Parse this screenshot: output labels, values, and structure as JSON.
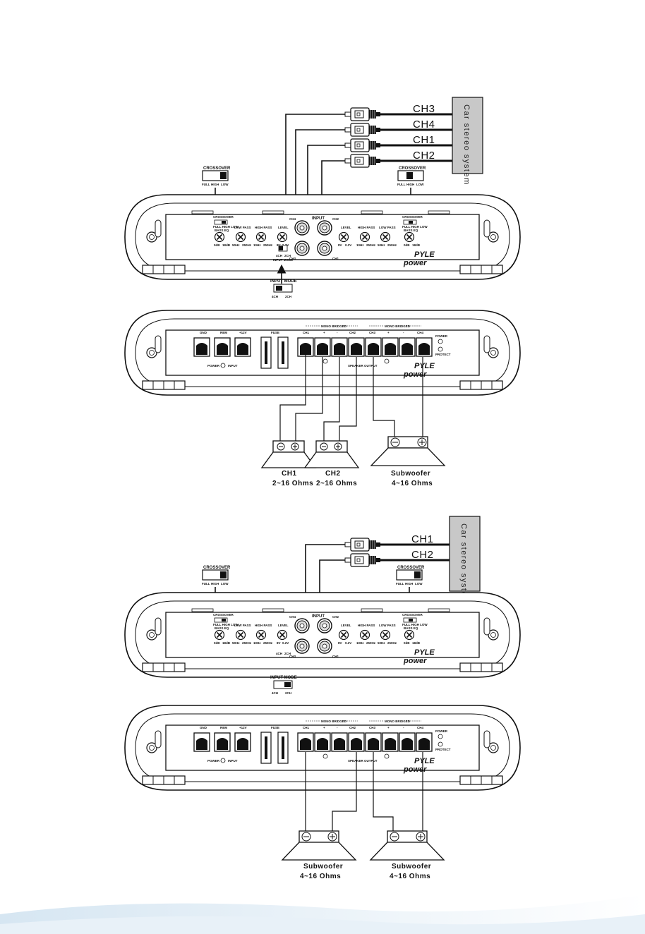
{
  "diagram_1": {
    "stereo_label": "Car stereo system",
    "rca_channels": [
      "CH3",
      "CH4",
      "CH1",
      "CH2"
    ],
    "crossover_label": "CROSSOVER",
    "crossover_options": [
      "FULL",
      "HIGH",
      "LOW"
    ],
    "input_label": "INPUT",
    "input_mode_label": "INPUT MODE",
    "input_mode_options": [
      "4CH",
      "2CH"
    ],
    "top_panel": {
      "crossover_small": "CROSSOVER",
      "crossover_small_options": "FULL HIGH LOW",
      "bass_eq": "BASS EQ",
      "bass_eq_values": [
        "0dB",
        "18dB"
      ],
      "low_pass": "LOW PASS",
      "low_pass_values": [
        "50Hz",
        "250Hz"
      ],
      "high_pass": "HIGH PASS",
      "high_pass_values": [
        "10Hz",
        "250Hz"
      ],
      "level": "LEVEL",
      "level_values": [
        "8V",
        "0.2V"
      ],
      "rca_labels": [
        "CH4",
        "CH2",
        "CH3",
        "CH1"
      ]
    },
    "terminal_panel": {
      "gnd": "GND",
      "rem": "REM",
      "plus12v": "+12V",
      "fuse": "FUSE",
      "mono_bridged": "MONO BRIDGED",
      "ch1": "CH1",
      "ch2": "CH2",
      "ch3": "CH3",
      "ch4": "CH4",
      "plus": "+",
      "minus": "-",
      "power": "POWER",
      "protect": "PROTECT",
      "power_input": "POWER",
      "input_word": "INPUT",
      "speaker_output": "SPEAKER OUTPUT"
    },
    "brand_line1": "PYLE",
    "brand_line2": "power",
    "speakers": [
      {
        "name": "CH1",
        "impedance": "2~16 Ohms"
      },
      {
        "name": "CH2",
        "impedance": "2~16 Ohms"
      },
      {
        "name": "Subwoofer",
        "impedance": "4~16 Ohms"
      }
    ]
  },
  "diagram_2": {
    "stereo_label": "Car stereo system",
    "rca_channels": [
      "CH1",
      "CH2"
    ],
    "crossover_label": "CROSSOVER",
    "crossover_options": [
      "FULL",
      "HIGH",
      "LOW"
    ],
    "input_label": "INPUT",
    "input_mode_label": "INPUT MODE",
    "input_mode_options": [
      "4CH",
      "2CH"
    ],
    "speakers": [
      {
        "name": "Subwoofer",
        "impedance": "4~16 Ohms"
      },
      {
        "name": "Subwoofer",
        "impedance": "4~16 Ohms"
      }
    ]
  },
  "colors": {
    "line": "#111111",
    "stereo_box": "#c8c8c8",
    "background": "#ffffff",
    "footer_wave": "#d6e6f2"
  }
}
